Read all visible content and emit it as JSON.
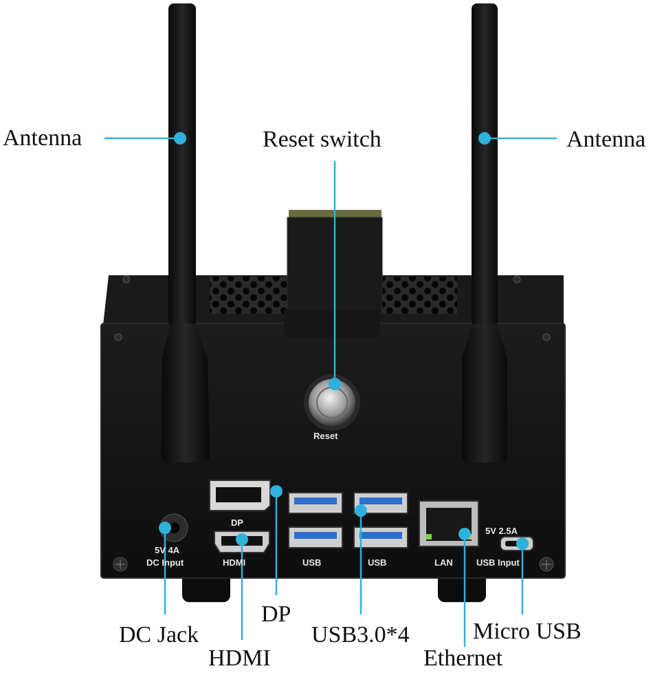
{
  "callouts": {
    "antenna_left": "Antenna",
    "antenna_right": "Antenna",
    "reset_switch": "Reset switch",
    "dp": "DP",
    "dc_jack": "DC Jack",
    "hdmi": "HDMI",
    "usb": "USB3.0*4",
    "ethernet": "Ethernet",
    "micro_usb": "Micro USB"
  },
  "panel_text": {
    "reset": "Reset",
    "dc_line1": "5V 4A",
    "dc_line2": "DC Input",
    "dp": "DP",
    "hdmi": "HDMI",
    "usb_left": "USB",
    "usb_right": "USB",
    "lan": "LAN",
    "usb_input_line1": "5V 2.5A",
    "usb_input_line2": "USB Input"
  },
  "colors": {
    "callout_line": "#2eb1dd",
    "case": "#141414",
    "usb_blue": "#2a6fd0"
  }
}
